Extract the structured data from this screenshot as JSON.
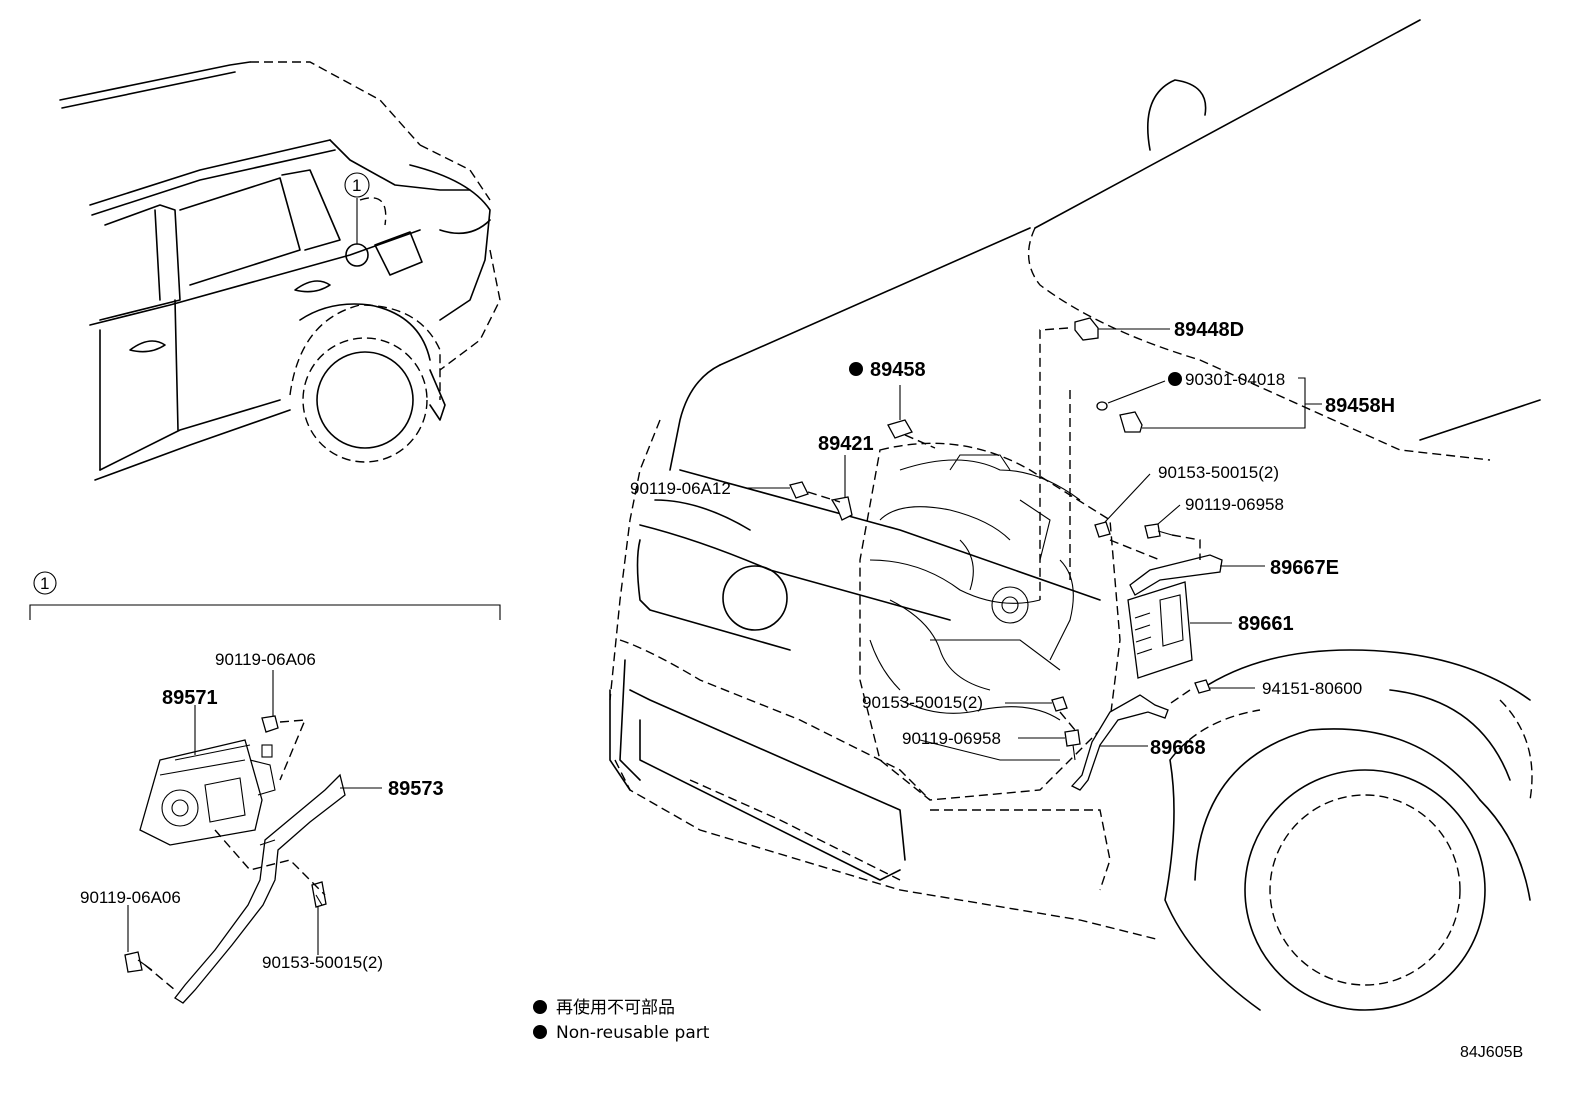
{
  "diagram_id": "84J605B",
  "callout_marker": "1",
  "labels": {
    "p89448D": "89448D",
    "p89458": "89458",
    "p90301_04018": "90301-04018",
    "p89458H": "89458H",
    "p89421": "89421",
    "p90119_06A12": "90119-06A12",
    "p90153_50015_top": "90153-50015(2)",
    "p90119_06958_top": "90119-06958",
    "p89667E": "89667E",
    "p89661": "89661",
    "p90153_50015_mid": "90153-50015(2)",
    "p94151_80600": "94151-80600",
    "p90119_06958_bot": "90119-06958",
    "p89668": "89668",
    "p90119_06A06_top": "90119-06A06",
    "p89571": "89571",
    "p89573": "89573",
    "p90119_06A06_bot": "90119-06A06",
    "p90153_50015_bot": "90153-50015(2)"
  },
  "legend": {
    "line_cn": "再使用不可部品",
    "line_en": "Non-reusable part"
  },
  "icons": {
    "non_reusable": "filled-circle-icon",
    "callout": "circled-number-icon"
  }
}
